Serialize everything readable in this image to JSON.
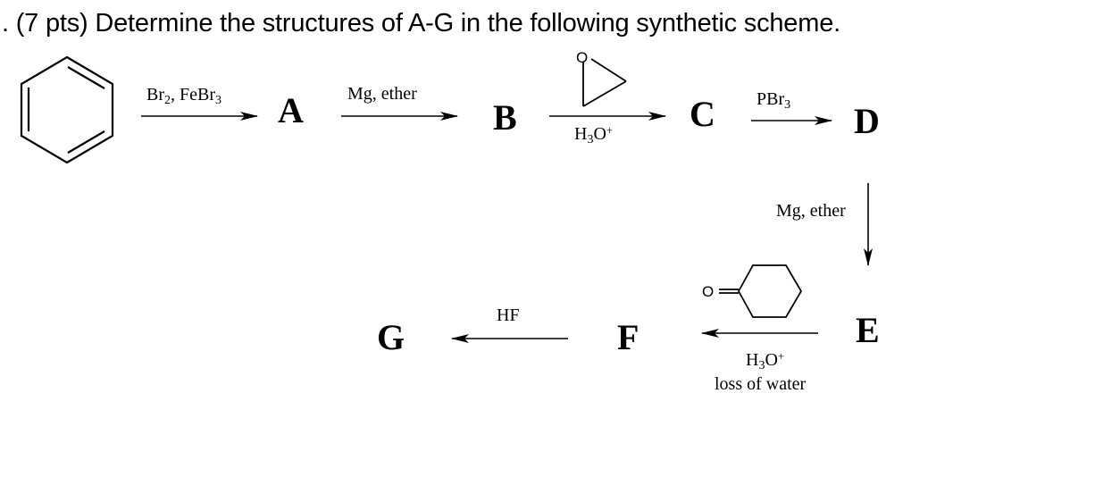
{
  "question": {
    "text": ". (7 pts) Determine the structures of A-G in the following synthetic scheme."
  },
  "scheme": {
    "starting_material": "benzene",
    "compounds": {
      "A": "A",
      "B": "B",
      "C": "C",
      "D": "D",
      "E": "E",
      "F": "F",
      "G": "G"
    },
    "steps": [
      {
        "from": "benzene",
        "to": "A",
        "reagent_main": "Br",
        "reagent_sub1": "2",
        "reagent_mid": ", FeBr",
        "reagent_sub2": "3"
      },
      {
        "from": "A",
        "to": "B",
        "reagent": "Mg, ether"
      },
      {
        "from": "B",
        "to": "C",
        "reagent_above": "ethylene oxide (epoxide)",
        "oxygen_atom": "O",
        "below_main": "H",
        "below_sub": "3",
        "below_mid": "O",
        "below_sup": "+"
      },
      {
        "from": "C",
        "to": "D",
        "reagent_main": "PBr",
        "reagent_sub": "3"
      },
      {
        "from": "D",
        "to": "E",
        "reagent": "Mg, ether"
      },
      {
        "from": "E",
        "to": "F",
        "reagent_above": "cyclohexanone",
        "oxygen_atom": "O",
        "below_main": "H",
        "below_sub": "3",
        "below_mid": "O",
        "below_sup": "+",
        "below_line2": "loss of water"
      },
      {
        "from": "F",
        "to": "G",
        "reagent": "HF"
      }
    ]
  }
}
